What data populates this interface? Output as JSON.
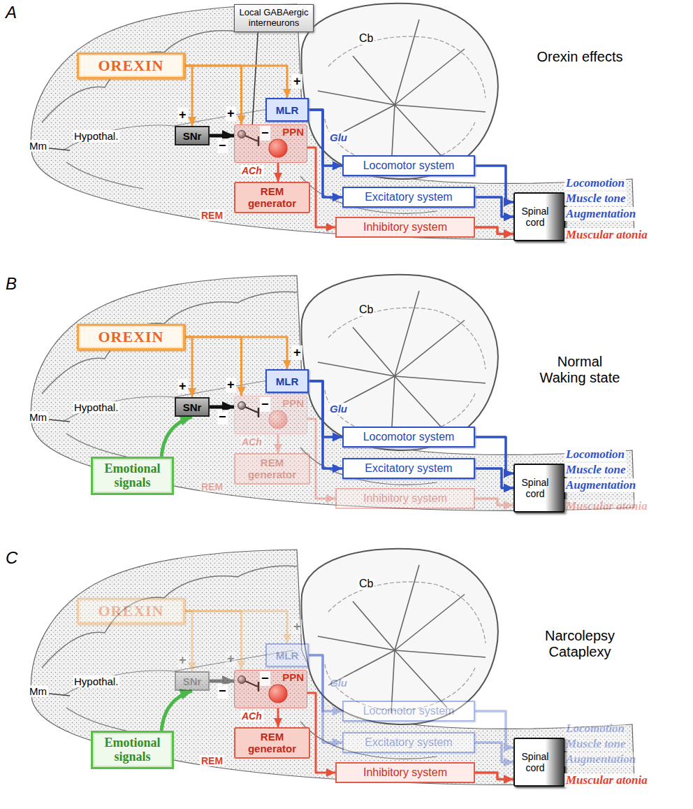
{
  "diagram": {
    "nodes": [
      {
        "text": [
          "Local GABAergic interneurons"
        ]
      },
      {
        "text": [
          "OREXIN"
        ]
      },
      {
        "text": [
          "MLR"
        ]
      },
      {
        "text": [
          "SNr"
        ]
      },
      {
        "text": [
          "PPN"
        ]
      },
      {
        "text": [
          "REM generator"
        ]
      },
      {
        "text": [
          "Locomotor system"
        ]
      },
      {
        "text": [
          "Excitatory system"
        ]
      },
      {
        "text": [
          "Inhibitory system"
        ]
      },
      {
        "text": [
          "Spinal cord"
        ]
      },
      {
        "text": [
          "OREXIN"
        ]
      },
      {
        "text": [
          "MLR"
        ]
      },
      {
        "text": [
          "SNr"
        ]
      },
      {
        "text": [
          "PPN"
        ]
      },
      {
        "text": [
          "Emotional signals"
        ]
      },
      {
        "text": [
          "REM generator"
        ]
      },
      {
        "text": [
          "Locomotor system"
        ]
      },
      {
        "text": [
          "Excitatory system"
        ]
      },
      {
        "text": [
          "Inhibitory system"
        ]
      },
      {
        "text": [
          "Spinal cord"
        ]
      },
      {
        "text": [
          "OREXIN"
        ]
      },
      {
        "text": [
          "MLR"
        ]
      },
      {
        "text": [
          "SNr"
        ]
      },
      {
        "text": [
          "PPN"
        ]
      },
      {
        "text": [
          "Emotional signals"
        ]
      },
      {
        "text": [
          "REM generator"
        ]
      },
      {
        "text": [
          "Locomotor system"
        ]
      },
      {
        "text": [
          "Excitatory system"
        ]
      },
      {
        "text": [
          "Inhibitory system"
        ]
      },
      {
        "text": [
          "Spinal cord"
        ]
      }
    ],
    "edges": [
      {
        "from": 0,
        "to": 4,
        "arrow": "none"
      },
      {
        "from": 1,
        "to": 3,
        "arrow": "to"
      },
      {
        "from": 1,
        "to": 4,
        "arrow": "to"
      },
      {
        "from": 1,
        "to": 2,
        "arrow": "to"
      },
      {
        "from": 3,
        "to": 4,
        "arrow": "to"
      },
      {
        "from": 4,
        "to": 5,
        "arrow": "to"
      },
      {
        "from": 4,
        "to": 8,
        "arrow": "to"
      },
      {
        "from": 2,
        "to": 6,
        "arrow": "to"
      },
      {
        "from": 2,
        "to": 7,
        "arrow": "to"
      },
      {
        "from": 6,
        "to": 9,
        "arrow": "to"
      },
      {
        "from": 7,
        "to": 9,
        "arrow": "to"
      },
      {
        "from": 8,
        "to": 9,
        "arrow": "to"
      },
      {
        "from": 14,
        "to": 12,
        "arrow": "to"
      },
      {
        "from": 10,
        "to": 12,
        "arrow": "to"
      },
      {
        "from": 10,
        "to": 13,
        "arrow": "to"
      },
      {
        "from": 10,
        "to": 11,
        "arrow": "to"
      },
      {
        "from": 12,
        "to": 13,
        "arrow": "to"
      },
      {
        "from": 13,
        "to": 15,
        "arrow": "to"
      },
      {
        "from": 13,
        "to": 18,
        "arrow": "to"
      },
      {
        "from": 11,
        "to": 16,
        "arrow": "to"
      },
      {
        "from": 11,
        "to": 17,
        "arrow": "to"
      },
      {
        "from": 16,
        "to": 19,
        "arrow": "to"
      },
      {
        "from": 17,
        "to": 19,
        "arrow": "to"
      },
      {
        "from": 18,
        "to": 19,
        "arrow": "to"
      },
      {
        "from": 24,
        "to": 22,
        "arrow": "to"
      },
      {
        "from": 20,
        "to": 22,
        "arrow": "to"
      },
      {
        "from": 20,
        "to": 23,
        "arrow": "to"
      },
      {
        "from": 20,
        "to": 21,
        "arrow": "to"
      },
      {
        "from": 22,
        "to": 23,
        "arrow": "to"
      },
      {
        "from": 23,
        "to": 25,
        "arrow": "to"
      },
      {
        "from": 23,
        "to": 28,
        "arrow": "to"
      },
      {
        "from": 21,
        "to": 26,
        "arrow": "to"
      },
      {
        "from": 21,
        "to": 27,
        "arrow": "to"
      },
      {
        "from": 26,
        "to": 29,
        "arrow": "to"
      },
      {
        "from": 27,
        "to": 29,
        "arrow": "to"
      },
      {
        "from": 28,
        "to": 29,
        "arrow": "to"
      }
    ],
    "labels": [
      "A",
      "Orexin effects",
      "Cb",
      "+",
      "Hypothal.",
      "+",
      "+",
      "Mm",
      "−",
      "−",
      "Glu",
      "ACh",
      "REM",
      "Locomotion",
      "Muscle tone",
      "Augmentation",
      "Muscular atonia",
      "B",
      "Normal Waking state",
      "Cb",
      "+",
      "Hypothal.",
      "+",
      "+",
      "Mm",
      "−",
      "−",
      "Glu",
      "ACh",
      "REM",
      "Locomotion",
      "Muscle tone",
      "Augmentation",
      "Muscular atonia",
      "C",
      "Narcolepsy Cataplexy",
      "Cb",
      "+",
      "Hypothal.",
      "+",
      "+",
      "Mm",
      "−",
      "−",
      "Glu",
      "ACh",
      "REM",
      "Locomotion",
      "Muscle tone",
      "Augmentation",
      "Muscular atonia"
    ]
  }
}
